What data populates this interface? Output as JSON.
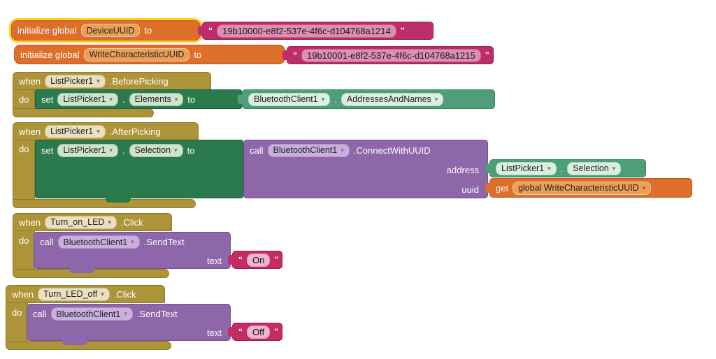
{
  "labels": {
    "initialize_global": "initialize global",
    "to": "to",
    "when": "when",
    "do": "do",
    "set": "set",
    "call": "call",
    "get": "get",
    "text": "text",
    "address": "address",
    "uuid": "uuid"
  },
  "punctuation": {
    "dot": ".",
    "open_quote": "“",
    "close_quote": "”"
  },
  "icons": {
    "dropdown_arrow": "▾"
  },
  "colors": {
    "event_block": "#AE9438",
    "initialize_global_block": "#DE6F2A",
    "text_string_block": "#BC2D6A",
    "component_setter_block": "#2B7A4D",
    "component_getter_block": "#4D9E79",
    "method_call_block": "#8D67A9",
    "variable_getter_block": "#DE6F2A",
    "string_value_block": "#C52C63",
    "selected_block_outline": "#FDD32B"
  },
  "blocks": {
    "init_device_uuid": {
      "variable": "DeviceUUID",
      "value": "19b10000-e8f2-537e-4f6c-d104768a1214"
    },
    "init_write_uuid": {
      "variable": "WriteCharacteristicUUID",
      "value": "19b10001-e8f2-537e-4f6c-d104768a1215"
    },
    "before_picking": {
      "component": "ListPicker1",
      "event": ".BeforePicking",
      "set_component": "ListPicker1",
      "set_property": "Elements",
      "value_component": "BluetoothClient1",
      "value_property": "AddressesAndNames"
    },
    "after_picking": {
      "component": "ListPicker1",
      "event": ".AfterPicking",
      "set_component": "ListPicker1",
      "set_property": "Selection",
      "call_component": "BluetoothClient1",
      "call_method": ".ConnectWithUUID",
      "address_component": "ListPicker1",
      "address_property": "Selection",
      "uuid_variable": "global WriteCharacteristicUUID"
    },
    "turn_on_led": {
      "component": "Turn_on_LED",
      "event": ".Click",
      "call_component": "BluetoothClient1",
      "call_method": ".SendText",
      "text_value": "On"
    },
    "turn_led_off": {
      "component": "Turn_LED_off",
      "event": ".Click",
      "call_component": "BluetoothClient1",
      "call_method": ".SendText",
      "text_value": "Off"
    }
  }
}
